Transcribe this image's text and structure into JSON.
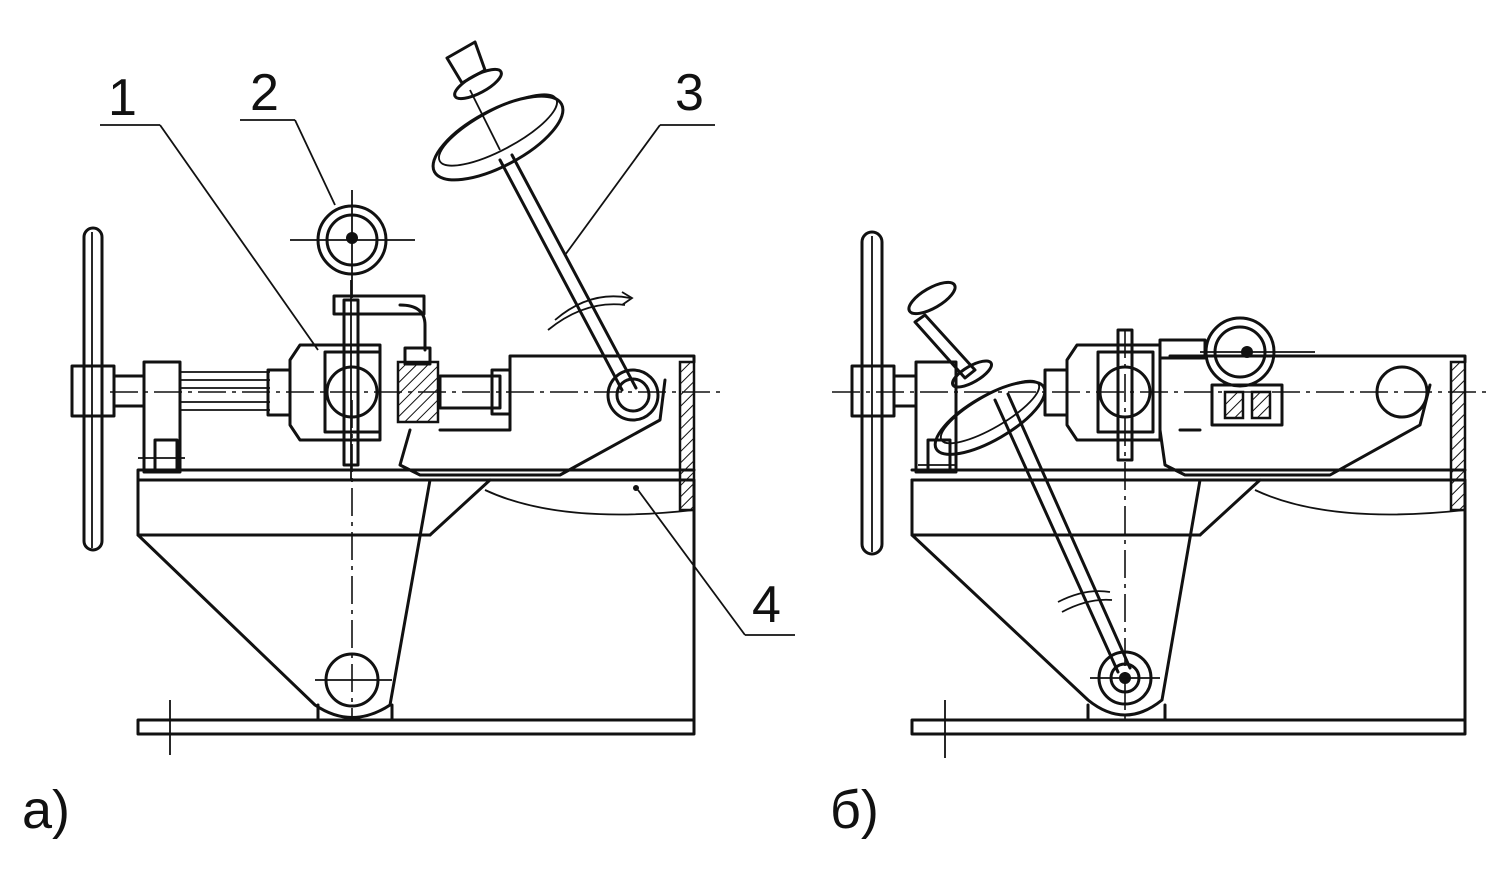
{
  "callouts": [
    "1",
    "2",
    "3",
    "4"
  ],
  "panels": [
    {
      "label": "а)"
    },
    {
      "label": "б)"
    }
  ]
}
